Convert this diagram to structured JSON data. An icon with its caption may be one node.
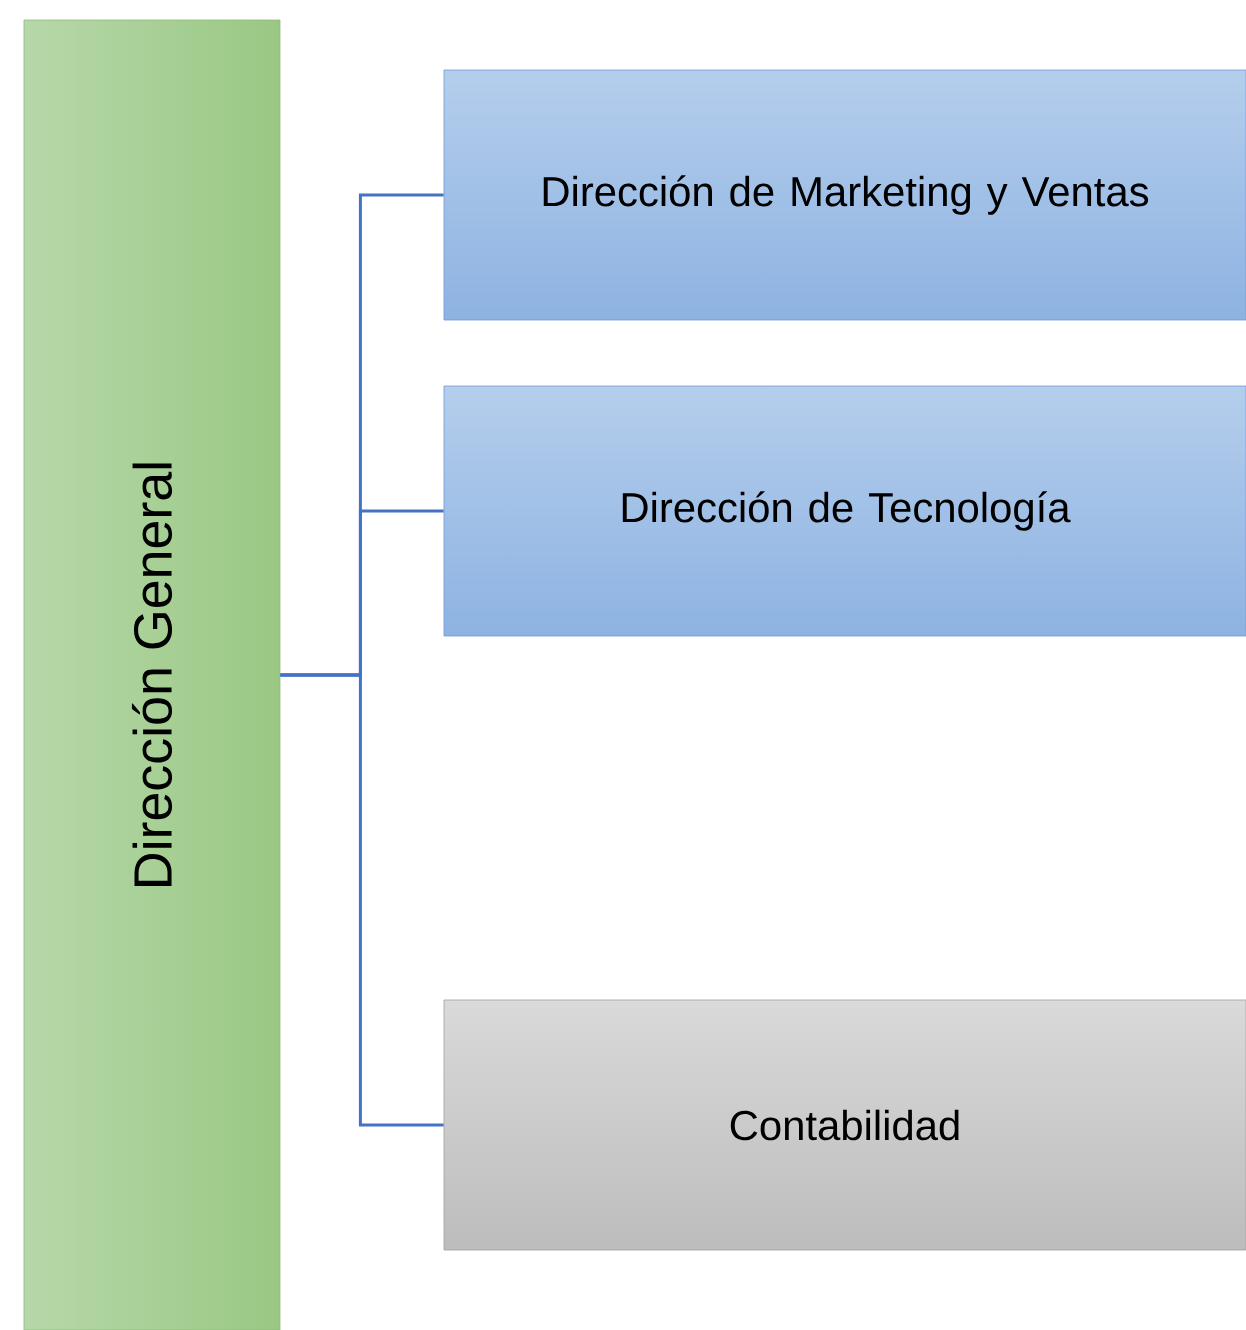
{
  "diagram": {
    "nodes": [
      {
        "text": [
          "Dirección General"
        ]
      },
      {
        "text": [
          "Dirección de Marketing y Ventas"
        ]
      },
      {
        "text": [
          "Dirección de Tecnología"
        ]
      },
      {
        "text": [
          "Contabilidad"
        ]
      }
    ],
    "edges": [
      {
        "from": 0,
        "to": 1,
        "arrow": "none"
      },
      {
        "from": 0,
        "to": 2,
        "arrow": "none"
      },
      {
        "from": 0,
        "to": 3,
        "arrow": "none"
      }
    ]
  }
}
